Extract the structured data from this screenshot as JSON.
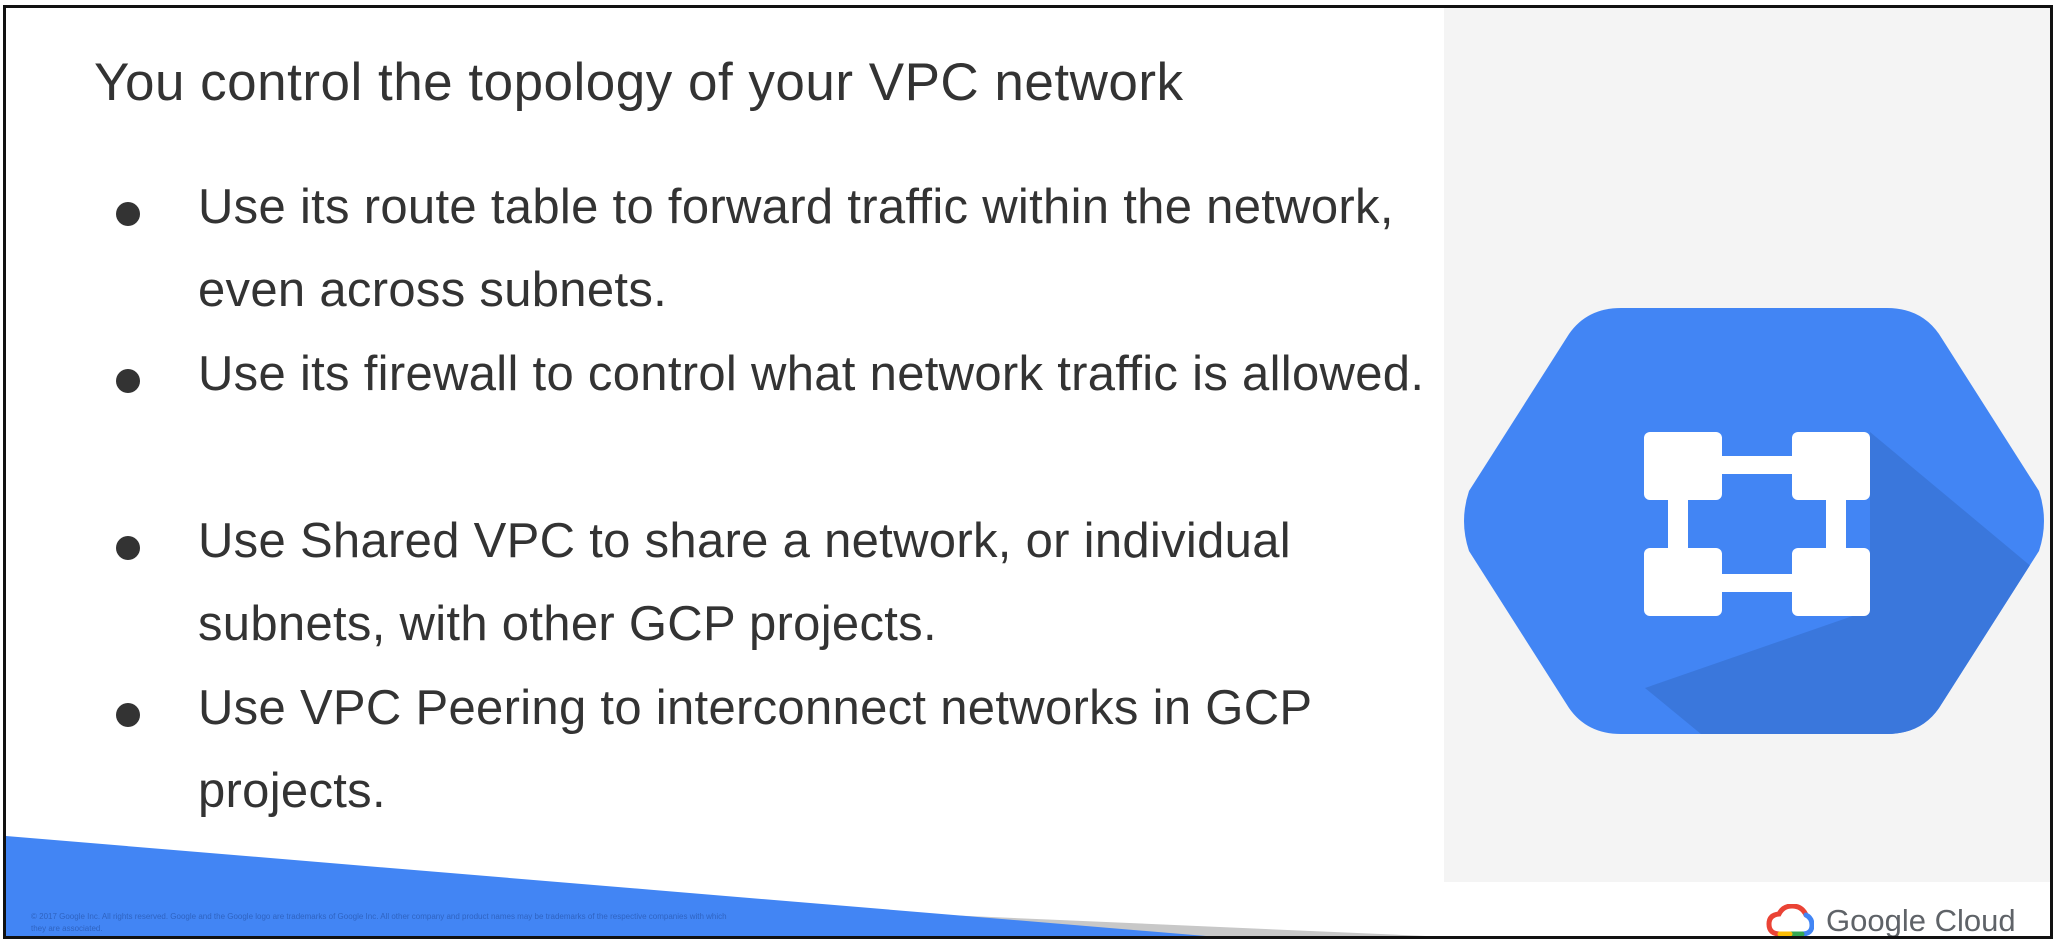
{
  "slide": {
    "title": "You control the topology of your VPC network",
    "bullets": [
      "Use its route table to forward traffic within the network, even across subnets.",
      "Use its firewall to control what network traffic is allowed.",
      "Use Shared VPC to share a network, or individual subnets, with other GCP projects.",
      "Use VPC Peering to interconnect networks in GCP projects."
    ],
    "footer_legal": "© 2017 Google Inc. All rights reserved. Google and the Google logo are trademarks of Google Inc. All other company and product names may be trademarks of the respective companies with which they are associated.",
    "brand": "Google Cloud",
    "icon": "vpc-network-hexagon-icon"
  },
  "colors": {
    "hex_blue": "#4285f4",
    "hex_shadow": "#3a77dc",
    "stripe_blue": "#4285f4",
    "stripe_gray": "#c8c8c8",
    "panel_bg": "#f4f4f4",
    "text": "#333333"
  }
}
